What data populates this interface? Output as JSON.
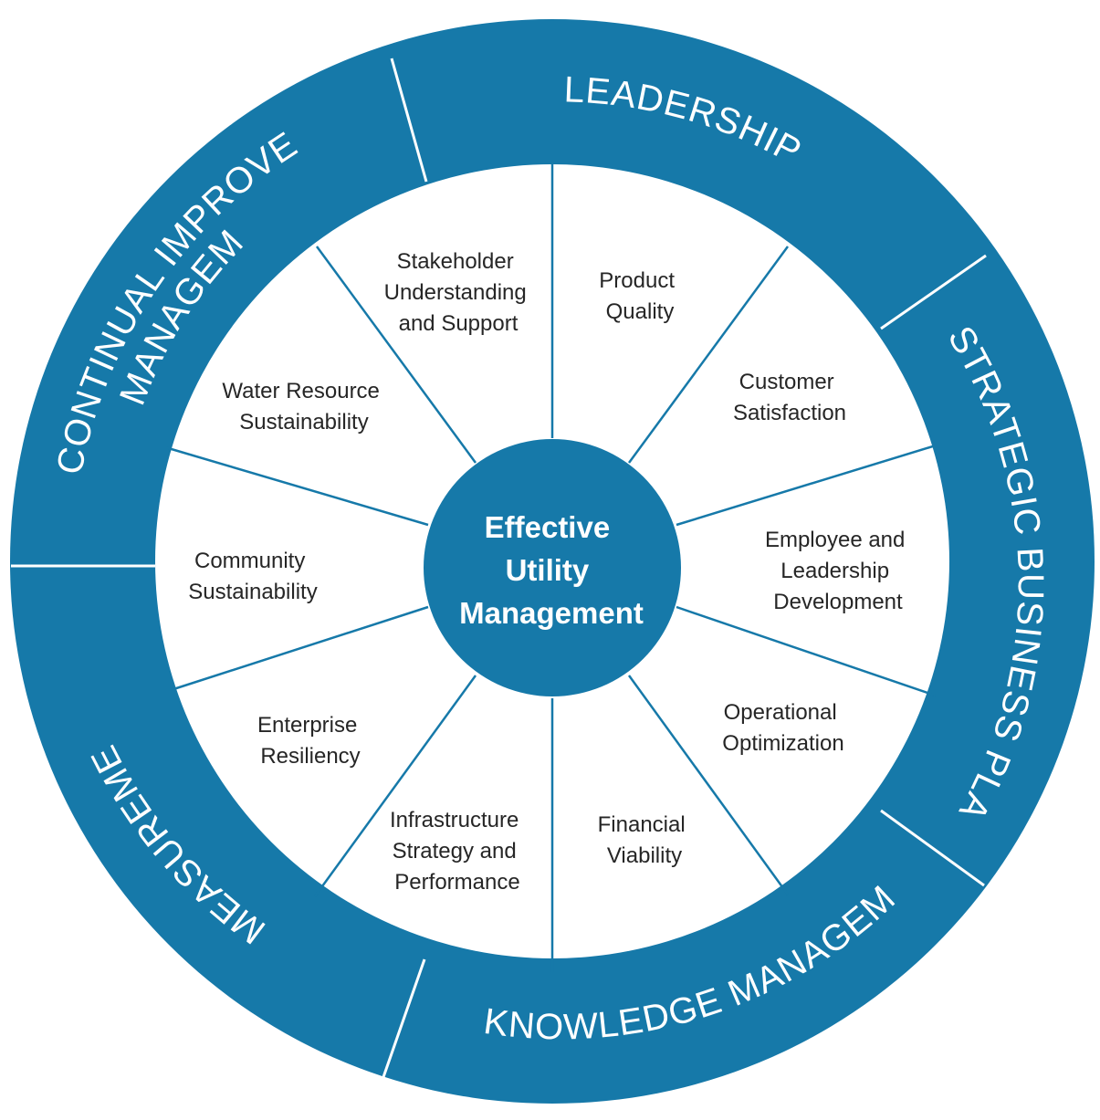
{
  "hub": {
    "lines": [
      "Effective",
      "Utility",
      "Management"
    ]
  },
  "outer_ring": [
    {
      "id": "leadership",
      "label": "LEADERSHIP"
    },
    {
      "id": "strategic-business-planning",
      "label": "STRATEGIC BUSINESS PLANNING"
    },
    {
      "id": "knowledge-management",
      "label": "KNOWLEDGE MANAGEMENT"
    },
    {
      "id": "measurement",
      "label": "MEASUREMENT"
    },
    {
      "id": "continual-improvement",
      "lines": [
        "CONTINUAL IMPROVEMENT",
        "MANAGEMENT"
      ]
    }
  ],
  "segments": [
    {
      "id": "product-quality",
      "lines": [
        "Product",
        "Quality"
      ]
    },
    {
      "id": "customer-satisfaction",
      "lines": [
        "Customer",
        "Satisfaction"
      ]
    },
    {
      "id": "employee-leadership-development",
      "lines": [
        "Employee and",
        "Leadership",
        "Development"
      ]
    },
    {
      "id": "operational-optimization",
      "lines": [
        "Operational",
        "Optimization"
      ]
    },
    {
      "id": "financial-viability",
      "lines": [
        "Financial",
        "Viability"
      ]
    },
    {
      "id": "infrastructure-strategy",
      "lines": [
        "Infrastructure",
        "Strategy and",
        "Performance"
      ]
    },
    {
      "id": "enterprise-resiliency",
      "lines": [
        "Enterprise",
        "Resiliency"
      ]
    },
    {
      "id": "community-sustainability",
      "lines": [
        "Community",
        "Sustainability"
      ]
    },
    {
      "id": "water-resource-sustainability",
      "lines": [
        "Water Resource",
        "Sustainability"
      ]
    },
    {
      "id": "stakeholder-understanding",
      "lines": [
        "Stakeholder",
        "Understanding",
        "and Support"
      ]
    }
  ],
  "colors": {
    "ring": "#1679a9",
    "text_dark": "#262626",
    "text_light": "#ffffff"
  }
}
